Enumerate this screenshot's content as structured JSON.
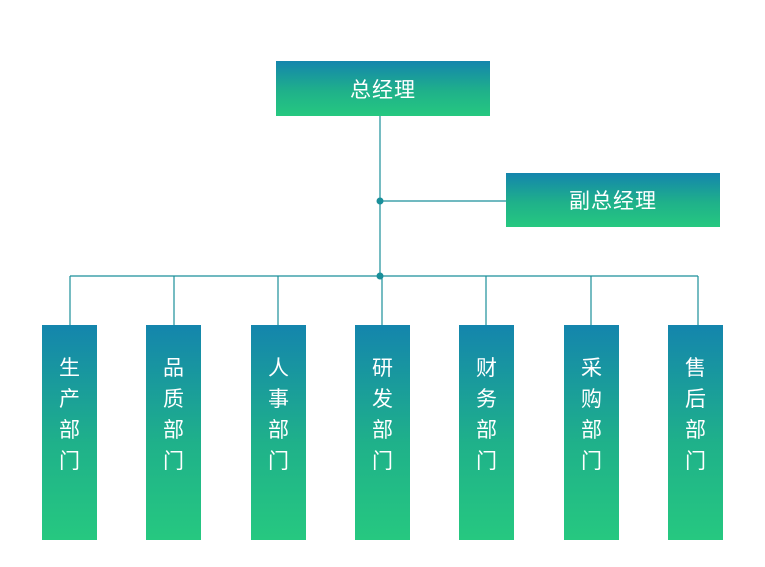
{
  "chart": {
    "root": {
      "label": "总经理"
    },
    "deputy": {
      "label": "副总经理"
    },
    "departments": [
      {
        "label": "生产部门"
      },
      {
        "label": "品质部门"
      },
      {
        "label": "人事部门"
      },
      {
        "label": "研发部门"
      },
      {
        "label": "财务部门"
      },
      {
        "label": "采购部门"
      },
      {
        "label": "售后部门"
      }
    ]
  },
  "colors": {
    "line": "#1a8f9a",
    "gradient_top": "#1485ad",
    "gradient_bottom": "#26c880"
  }
}
